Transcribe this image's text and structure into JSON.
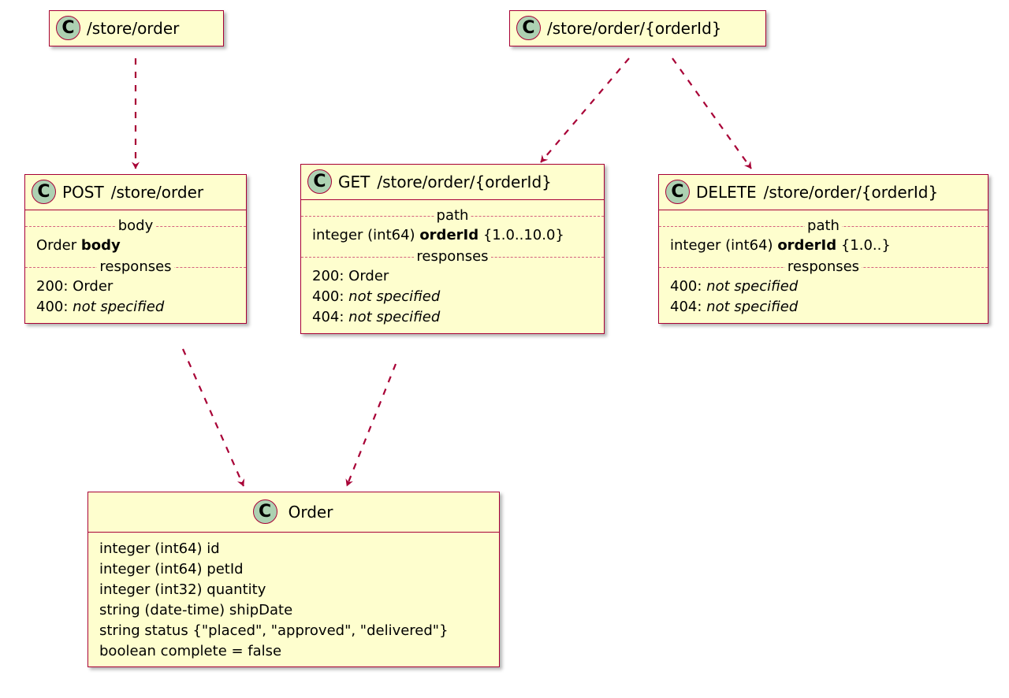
{
  "diagram": {
    "type": "plantuml-class-diagram",
    "background": "#FFFFFF",
    "colors": {
      "node_fill": "#FEFECE",
      "node_border": "#A80036",
      "icon_fill": "#ADD1B2",
      "separator": "#D4627E",
      "arrow": "#A80036",
      "text": "#000000"
    },
    "icon_label": "C"
  },
  "nodes": {
    "path_store_order": {
      "title": "/store/order",
      "method": "",
      "icon": "class-circle-icon"
    },
    "path_store_order_orderid": {
      "title": "/store/order/{orderId}",
      "method": "",
      "icon": "class-circle-icon"
    },
    "post_store_order": {
      "method": "POST",
      "title": "/store/order",
      "icon": "class-circle-icon",
      "sections": [
        {
          "label": "body",
          "rows": [
            {
              "type": "Order",
              "name": "body",
              "name_bold": true,
              "italic": false
            }
          ]
        },
        {
          "label": "responses",
          "rows": [
            {
              "code": "200: ",
              "value": "Order",
              "italic": false
            },
            {
              "code": "400: ",
              "value": "not specified",
              "italic": true
            }
          ]
        }
      ]
    },
    "get_store_order_orderid": {
      "method": "GET",
      "title": "/store/order/{orderId}",
      "icon": "class-circle-icon",
      "sections": [
        {
          "label": "path",
          "rows": [
            {
              "type": "integer (int64) ",
              "name": "orderId",
              "name_bold": true,
              "range": " {1.0..10.0}"
            }
          ]
        },
        {
          "label": "responses",
          "rows": [
            {
              "code": "200: ",
              "value": "Order",
              "italic": false
            },
            {
              "code": "400: ",
              "value": "not specified",
              "italic": true
            },
            {
              "code": "404: ",
              "value": "not specified",
              "italic": true
            }
          ]
        }
      ]
    },
    "delete_store_order_orderid": {
      "method": "DELETE",
      "title": "/store/order/{orderId}",
      "icon": "class-circle-icon",
      "sections": [
        {
          "label": "path",
          "rows": [
            {
              "type": "integer (int64) ",
              "name": "orderId",
              "name_bold": true,
              "range": " {1.0..}"
            }
          ]
        },
        {
          "label": "responses",
          "rows": [
            {
              "code": "400: ",
              "value": "not specified",
              "italic": true
            },
            {
              "code": "404: ",
              "value": "not specified",
              "italic": true
            }
          ]
        }
      ]
    },
    "order_class": {
      "title": "Order",
      "icon": "class-circle-icon",
      "attributes": [
        "integer (int64) id",
        "integer (int64) petId",
        "integer (int32) quantity",
        "string (date-time) shipDate",
        "string status {\"placed\", \"approved\", \"delivered\"}",
        "boolean complete = false"
      ]
    }
  },
  "edges": [
    {
      "from": "/store/order",
      "to": "POST /store/order",
      "style": "dashed-arrow"
    },
    {
      "from": "/store/order/{orderId}",
      "to": "GET /store/order/{orderId}",
      "style": "dashed-arrow"
    },
    {
      "from": "/store/order/{orderId}",
      "to": "DELETE /store/order/{orderId}",
      "style": "dashed-arrow"
    },
    {
      "from": "POST /store/order",
      "to": "Order",
      "style": "dashed-arrow"
    },
    {
      "from": "GET /store/order/{orderId}",
      "to": "Order",
      "style": "dashed-arrow"
    }
  ]
}
